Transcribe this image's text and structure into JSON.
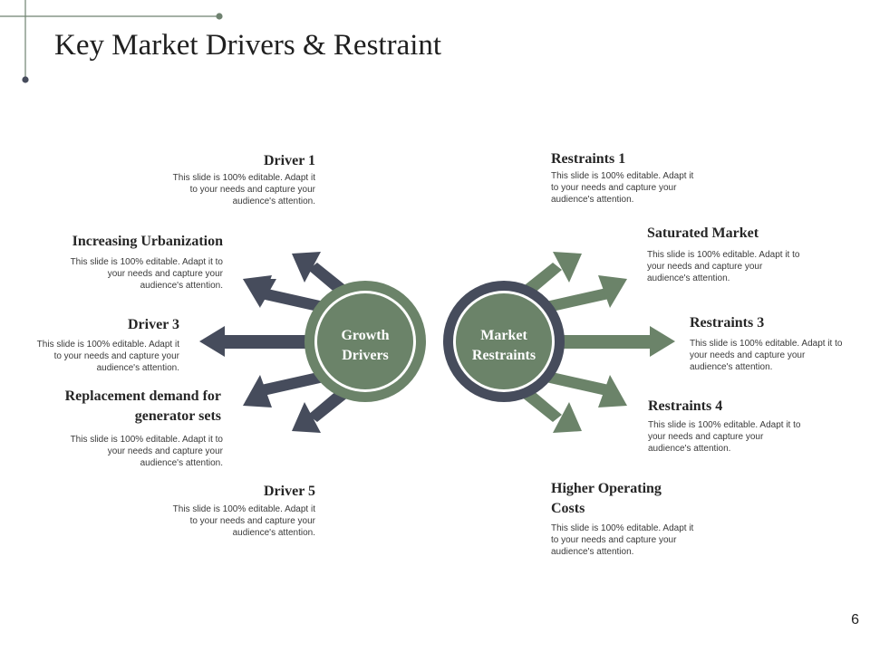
{
  "slide": {
    "title": "Key Market Drivers & Restraint",
    "page_number": "6"
  },
  "hubs": {
    "left": {
      "line1": "Growth",
      "line2": "Drivers"
    },
    "right": {
      "line1": "Market",
      "line2": "Restraints"
    }
  },
  "colors": {
    "dark": "#464c5c",
    "green": "#6b8369",
    "accent_line": "#6f8270"
  },
  "drivers": [
    {
      "title": "Driver 1",
      "text": "This slide is 100% editable. Adapt it to your needs and capture your audience's attention."
    },
    {
      "title": "Increasing Urbanization",
      "text": "This slide is 100% editable. Adapt it to your needs and capture your audience's attention."
    },
    {
      "title": "Driver 3",
      "text": "This slide is 100% editable. Adapt it to your needs and capture your audience's attention."
    },
    {
      "title": "Replacement demand for",
      "title2": "generator sets",
      "text": "This slide is 100% editable. Adapt it to your needs and capture your audience's attention."
    },
    {
      "title": "Driver 5",
      "text": "This slide is 100% editable. Adapt it to your needs and capture your audience's attention."
    }
  ],
  "restraints": [
    {
      "title": "Restraints 1",
      "text": "This slide is 100% editable. Adapt it to your needs and capture your audience's attention."
    },
    {
      "title": "Saturated Market",
      "text": "This slide is 100% editable. Adapt it to your needs and capture your audience's attention."
    },
    {
      "title": "Restraints 3",
      "text": "This slide is 100% editable. Adapt it to your needs and capture your audience's attention."
    },
    {
      "title": "Restraints 4",
      "text": "This slide is 100% editable. Adapt it to your needs and capture your audience's attention."
    },
    {
      "title": "Higher Operating",
      "title2": "Costs",
      "text": "This slide is 100% editable. Adapt it to your needs and capture your audience's attention."
    }
  ]
}
